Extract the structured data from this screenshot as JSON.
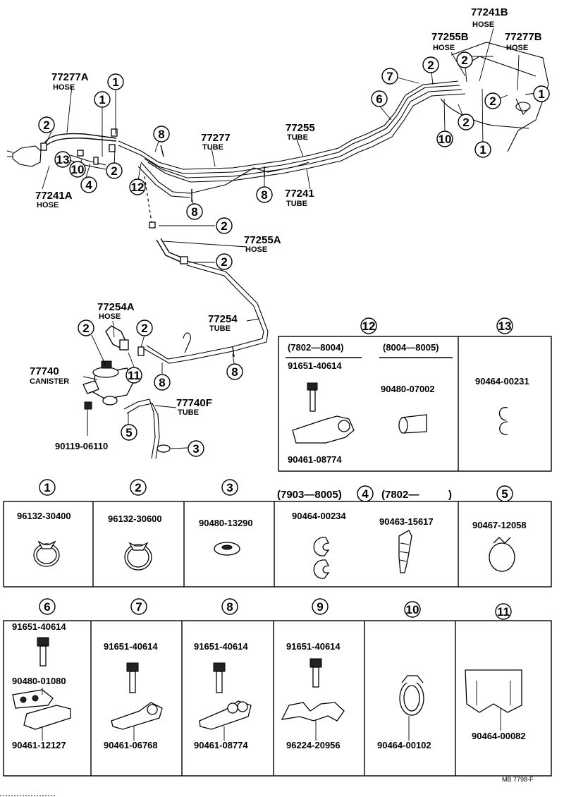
{
  "labels": {
    "l77241B": "77241B",
    "l77241B_sub": "HOSE",
    "l77255B": "77255B",
    "l77255B_sub": "HOSE",
    "l77277B": "77277B",
    "l77277B_sub": "HOSE",
    "l77277A": "77277A",
    "l77277A_sub": "HOSE",
    "l77277": "77277",
    "l77277_sub": "TUBE",
    "l77255": "77255",
    "l77255_sub": "TUBE",
    "l77241A": "77241A",
    "l77241A_sub": "HOSE",
    "l77241": "77241",
    "l77241_sub": "TUBE",
    "l77255A": "77255A",
    "l77255A_sub": "HOSE",
    "l77254A": "77254A",
    "l77254A_sub": "HOSE",
    "l77254": "77254",
    "l77254_sub": "TUBE",
    "l77740": "77740",
    "l77740_sub": "CANISTER",
    "l77740F": "77740F",
    "l77740F_sub": "TUBE",
    "l90119": "90119-06110"
  },
  "callouts": {
    "n1": "1",
    "n2": "2",
    "n3": "3",
    "n4": "4",
    "n5": "5",
    "n6": "6",
    "n7": "7",
    "n8": "8",
    "n9": "9",
    "n10": "10",
    "n11": "11",
    "n12": "12",
    "n13": "13"
  },
  "box12": {
    "range_a": "(7802—8004)",
    "range_b": "(8004—8005)",
    "p1": "91651-40614",
    "p2": "90461-08774",
    "p3": "90480-07002"
  },
  "box13": {
    "p1": "90464-00231"
  },
  "row1": {
    "c1": "96132-30400",
    "c2": "96132-30600",
    "c3": "90480-13290",
    "c4_range_a": "(7903—8005)",
    "c4_range_b": "(7802—",
    "c4_range_b_end": ")",
    "c4a": "90464-00234",
    "c4b": "90463-15617",
    "c5": "90467-12058"
  },
  "row2": {
    "c6a": "91651-40614",
    "c6b": "90480-01080",
    "c6c": "90461-12127",
    "c7a": "91651-40614",
    "c7b": "90461-06768",
    "c8a": "91651-40614",
    "c8b": "90461-08774",
    "c9a": "91651-40614",
    "c9b": "96224-20956",
    "c10": "90464-00102",
    "c11": "90464-00082"
  },
  "footer": {
    "code": "MB  7798-F"
  }
}
